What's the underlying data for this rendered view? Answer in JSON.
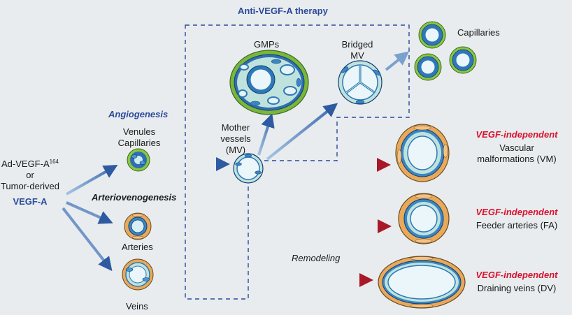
{
  "therapy_label": "Anti-VEGF-A therapy",
  "source": {
    "line1": "Ad-VEGF-A",
    "line1_sup": "164",
    "line2": "or",
    "line3": "Tumor-derived",
    "line4": "VEGF-A"
  },
  "angiogenesis": {
    "title": "Angiogenesis",
    "line1": "Venules",
    "line2": "Capillaries"
  },
  "arteriovenogenesis": "Arteriovenogenesis",
  "arteries": "Arteries",
  "veins": "Veins",
  "mother_vessels": {
    "line1": "Mother",
    "line2": "vessels",
    "line3": "(MV)"
  },
  "gmps": "GMPs",
  "bridged": {
    "line1": "Bridged",
    "line2": "MV"
  },
  "capillaries": "Capillaries",
  "remodeling": "Remodeling",
  "outcomes": [
    {
      "tag": "VEGF-independent",
      "line1": "Vascular",
      "line2": "malformations (VM)"
    },
    {
      "tag": "VEGF-independent",
      "line1": "Feeder arteries (FA)",
      "line2": ""
    },
    {
      "tag": "VEGF-independent",
      "line1": "Draining veins (DV)",
      "line2": ""
    }
  ],
  "colors": {
    "background": "#e8ecee",
    "label_blue": "#2a4a9a",
    "label_red": "#d8122e",
    "arrow_blue": "#3d68a8",
    "arrow_red": "#c8202e",
    "vessel_teal": "#bfe3dc",
    "vessel_blue": "#2e78b8",
    "vessel_orange": "#e8a95a",
    "pericyte_green": "#8cc63f"
  }
}
